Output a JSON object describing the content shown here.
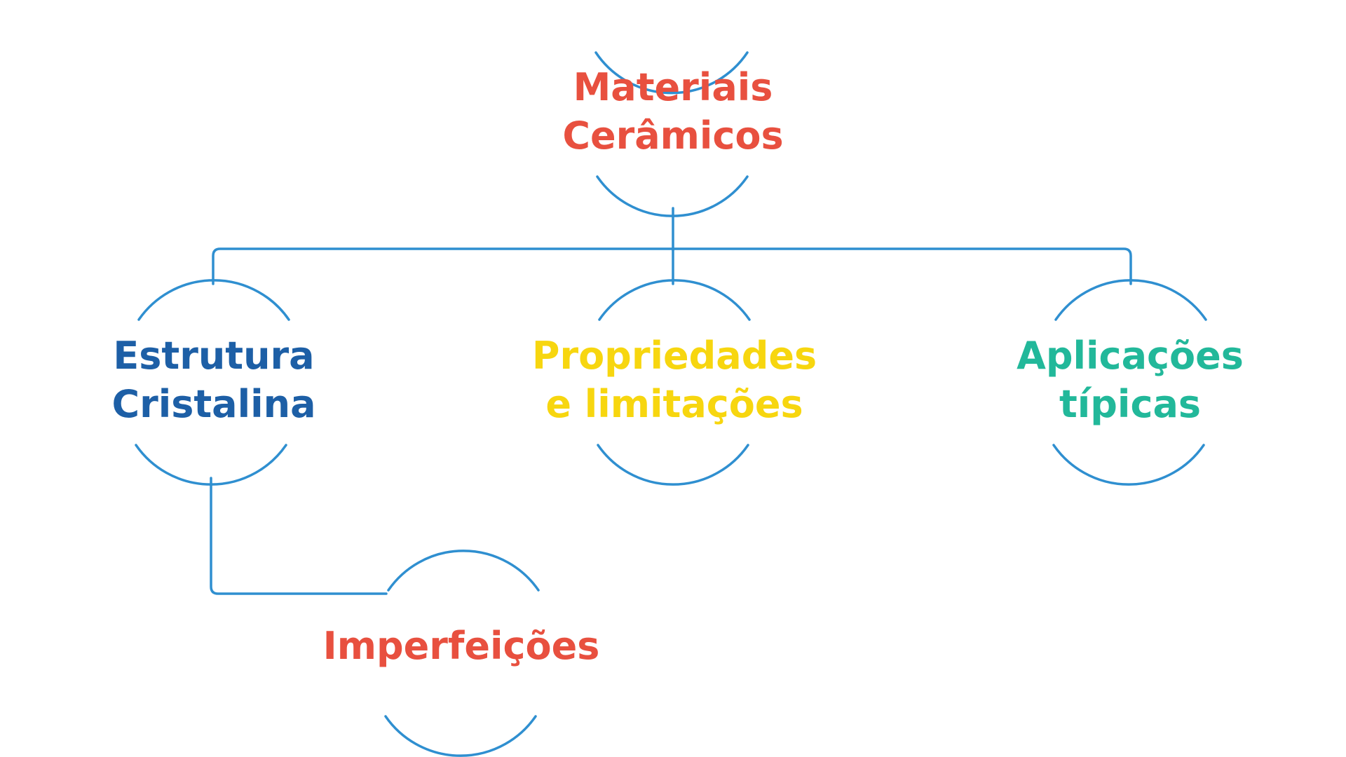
{
  "diagram": {
    "root": {
      "line1": "Materiais",
      "line2": "Cerâmicos"
    },
    "children": [
      {
        "line1": "Estrutura",
        "line2": "Cristalina"
      },
      {
        "line1": "Propriedades",
        "line2": "e limitações"
      },
      {
        "line1": "Aplicações",
        "line2": "típicas"
      }
    ],
    "sub": {
      "line1": "Imperfeições"
    }
  },
  "colors": {
    "connector": "#2f8fd0",
    "root_text": "#e8503f",
    "estrutura_text": "#1d5fa6",
    "propriedades_text": "#f7d60f",
    "aplicacoes_text": "#22b89a",
    "imperfeicoes_text": "#e8503f"
  }
}
